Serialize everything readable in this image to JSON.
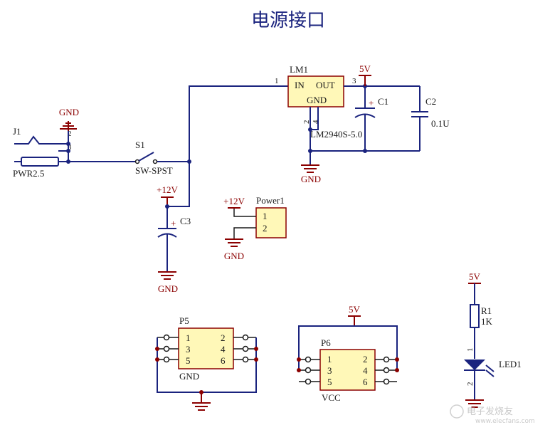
{
  "title": "电源接口",
  "components": {
    "lm1": {
      "ref": "LM1",
      "in_label": "IN",
      "out_label": "OUT",
      "gnd_label": "GND",
      "part": "LM2940S-5.0",
      "pin1": "1",
      "pin2": "2",
      "pin3": "3",
      "pin4": "4"
    },
    "c1": {
      "ref": "C1"
    },
    "c2": {
      "ref": "C2",
      "value": "0.1U"
    },
    "c3": {
      "ref": "C3"
    },
    "j1": {
      "ref": "J1",
      "part": "PWR2.5",
      "pin2": "2",
      "pin3": "3"
    },
    "s1": {
      "ref": "S1",
      "part": "SW-SPST"
    },
    "power1": {
      "ref": "Power1",
      "pin1": "1",
      "pin2": "2"
    },
    "p5": {
      "ref": "P5",
      "pins": [
        "1",
        "2",
        "3",
        "4",
        "5",
        "6"
      ]
    },
    "p6": {
      "ref": "P6",
      "pins": [
        "1",
        "2",
        "3",
        "4",
        "5",
        "6"
      ]
    },
    "r1": {
      "ref": "R1",
      "value": "1K"
    },
    "led1": {
      "ref": "LED1",
      "pin1": "1",
      "pin2": "2"
    }
  },
  "nets": {
    "gnd": "GND",
    "v5": "5V",
    "v12": "+12V",
    "vcc": "VCC",
    "plus": "+"
  },
  "watermark": "电子发烧友",
  "watermark_url": "www.elecfans.com"
}
